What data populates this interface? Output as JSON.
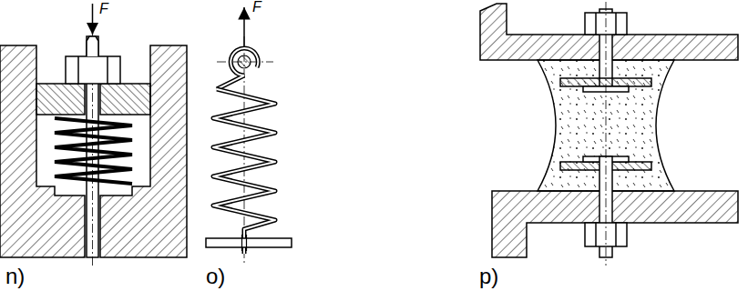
{
  "diagram": {
    "labels": [
      "F",
      "n)",
      "F",
      "o)",
      "p)"
    ]
  }
}
